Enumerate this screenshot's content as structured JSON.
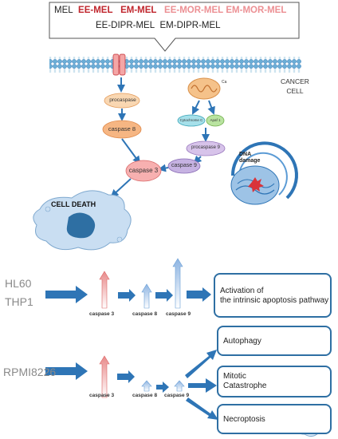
{
  "drugs": {
    "line1": [
      {
        "text": "MEL",
        "style": "black"
      },
      {
        "text": "EE-MEL",
        "style": "red"
      },
      {
        "text": "EM-MEL",
        "style": "red"
      },
      {
        "text": "EE-MOR-MEL",
        "style": "pink"
      },
      {
        "text": "EM-MOR-MEL",
        "style": "pink"
      }
    ],
    "line2": [
      {
        "text": "EE-DIPR-MEL",
        "style": "black"
      },
      {
        "text": "EM-DIPR-MEL",
        "style": "black"
      }
    ]
  },
  "pathway": {
    "cancer_cell": "CANCER\nCELL",
    "ca": "Ca",
    "procaspase": "procaspase",
    "caspase8": "caspase 8",
    "cytochrome_c": "Cytochrome C",
    "apaf1": "Apaf 1",
    "procaspase9": "procaspase 9",
    "caspase9": "caspase 9",
    "caspase3": "caspase 3",
    "dna_damage": "DNA\ndamage",
    "cell_death": "CELL DEATH"
  },
  "panel1": {
    "cell_lines": [
      "HL60",
      "THP1"
    ],
    "caspases": [
      "caspase 3",
      "caspase 8",
      "caspase 9"
    ],
    "outcome": "Activation of\nthe intrinsic apoptosis pathway"
  },
  "panel2": {
    "cell_line": "RPMI8226",
    "caspases": [
      "caspase 3",
      "caspase 8",
      "caspase 9"
    ],
    "outcomes": [
      "Autophagy",
      "Mitotic\nCatastrophe",
      "Necroptosis"
    ]
  },
  "colors": {
    "arrow": "#2e75b6",
    "box_border": "#2e6fa3",
    "red_text": "#c0262d",
    "pink_text": "#ec8f93",
    "gray_text": "#8a8a8a"
  }
}
